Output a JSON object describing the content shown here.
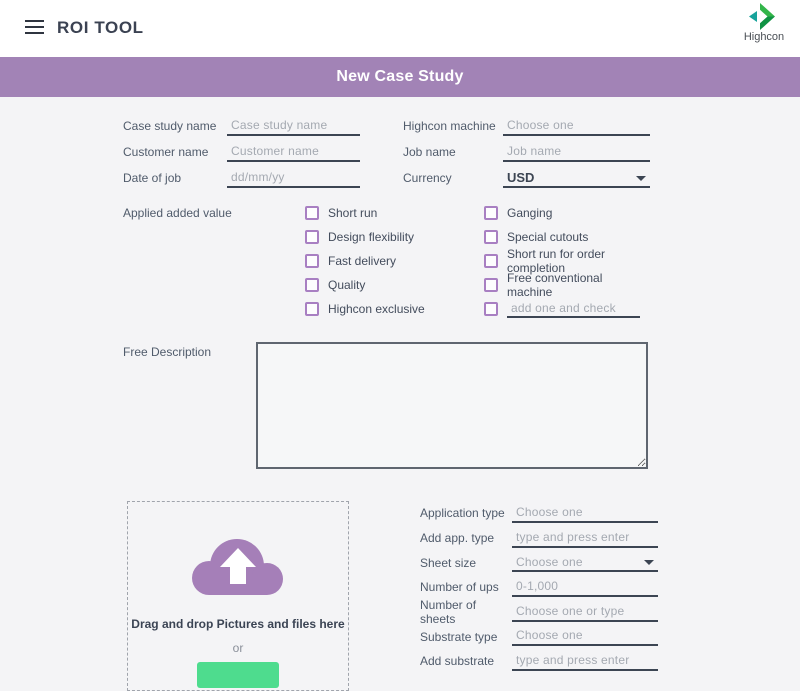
{
  "topbar": {
    "title": "ROI TOOL",
    "brand": "Highcon"
  },
  "header": {
    "title": "New Case Study"
  },
  "colors": {
    "header_bg": "#a283b6",
    "checkbox_purple": "#a87fc2",
    "cloud_purple": "#a57fb8",
    "button_green": "#4edc8e",
    "underline_dark": "#3c4553"
  },
  "fields": {
    "case_study_name": {
      "label": "Case study name",
      "placeholder": "Case study name"
    },
    "highcon_machine": {
      "label": "Highcon machine",
      "placeholder": "Choose one"
    },
    "customer_name": {
      "label": "Customer name",
      "placeholder": "Customer name"
    },
    "job_name": {
      "label": "Job name",
      "placeholder": "Job name"
    },
    "date_of_job": {
      "label": "Date of job",
      "placeholder": "dd/mm/yy"
    },
    "currency": {
      "label": "Currency",
      "value": "USD"
    }
  },
  "applied_added_value": {
    "label": "Applied added value",
    "col1": [
      "Short run",
      "Design flexibility",
      "Fast delivery",
      "Quality",
      "Highcon exclusive"
    ],
    "col2": [
      "Ganging",
      "Special cutouts",
      "Short run for order completion",
      "Free conventional machine"
    ],
    "add_placeholder": "add one and check"
  },
  "free_description": {
    "label": "Free Description"
  },
  "dropzone": {
    "line1": "Drag and drop Pictures and files here",
    "line2": "or"
  },
  "bottom_fields": {
    "application_type": {
      "label": "Application type",
      "placeholder": "Choose one"
    },
    "add_app_type": {
      "label": "Add app. type",
      "placeholder": "type and press enter"
    },
    "sheet_size": {
      "label": "Sheet size",
      "placeholder": "Choose one"
    },
    "number_of_ups": {
      "label": "Number of ups",
      "placeholder": "0-1,000"
    },
    "number_of_sheets": {
      "label": "Number of sheets",
      "placeholder": "Choose one or type"
    },
    "substrate_type": {
      "label": "Substrate type",
      "placeholder": "Choose one"
    },
    "add_substrate": {
      "label": "Add substrate",
      "placeholder": "type and press enter"
    }
  }
}
